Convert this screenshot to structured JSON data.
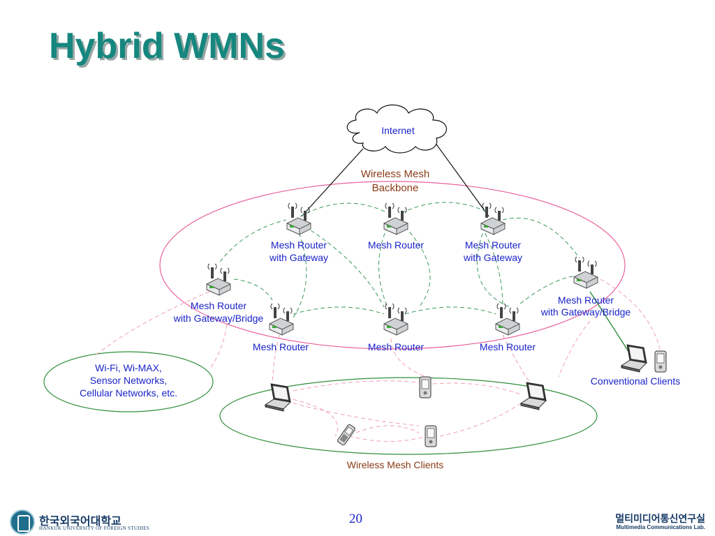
{
  "slide": {
    "title": "Hybrid WMNs",
    "page_number": "20"
  },
  "diagram": {
    "internet_label": "Internet",
    "backbone_label_line1": "Wireless Mesh",
    "backbone_label_line2": "Backbone",
    "router_gw_1_line1": "Mesh Router",
    "router_gw_1_line2": "with Gateway",
    "router_top_mid": "Mesh Router",
    "router_gw_2_line1": "Mesh Router",
    "router_gw_2_line2": "with Gateway",
    "router_bridge_left_line1": "Mesh Router",
    "router_bridge_left_line2": "with Gateway/Bridge",
    "router_bridge_right_line1": "Mesh Router",
    "router_bridge_right_line2": "with Gateway/Bridge",
    "router_bottom_left": "Mesh Router",
    "router_bottom_mid": "Mesh Router",
    "router_bottom_right": "Mesh Router",
    "other_networks_line1": "Wi-Fi, Wi-MAX,",
    "other_networks_line2": "Sensor Networks,",
    "other_networks_line3": "Cellular Networks, etc.",
    "conventional_clients": "Conventional Clients",
    "mesh_clients": "Wireless Mesh Clients"
  },
  "footer": {
    "university_name": "한국외국어대학교",
    "university_sub": "HANKUK UNIVERSITY OF FOREIGN STUDIES",
    "lab_name": "멀티미디어통신연구실",
    "lab_sub": "Multimedia Communications Lab."
  },
  "colors": {
    "title": "#16877f",
    "label_blue": "#1a23c8",
    "label_brown": "#8a3a16",
    "backbone_ellipse": "#e8609c",
    "clients_ellipse": "#2f8f3a",
    "mesh_links": "#3d9a5a",
    "client_links": "#f0a0b4"
  },
  "icons": {
    "router": "wireless-router-icon",
    "laptop": "laptop-icon",
    "pda": "pda-icon",
    "phone": "mobile-phone-icon",
    "cloud": "cloud-icon"
  }
}
